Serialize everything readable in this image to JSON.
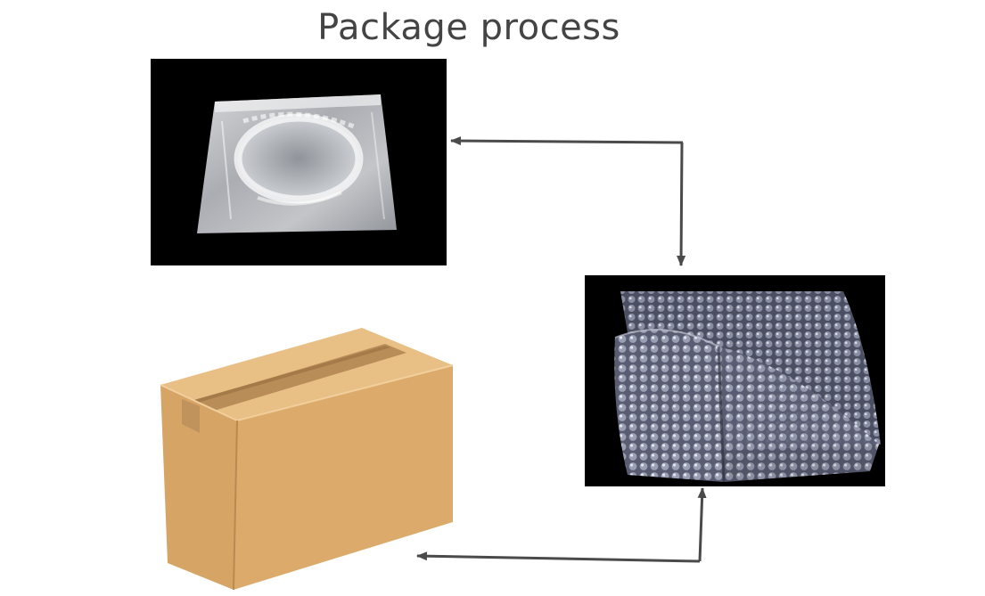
{
  "title": "Package process",
  "steps": [
    {
      "item": "plastic-bag",
      "icon": "plastic-bag-image"
    },
    {
      "item": "bubble-wrap",
      "icon": "bubble-wrap-image"
    },
    {
      "item": "carton-box",
      "icon": "cardboard-box-image"
    }
  ],
  "colors": {
    "background": "#ffffff",
    "title": "#444444",
    "arrow": "#4a4a4a",
    "photo_background": "#000000",
    "carton": "#d9a968"
  }
}
